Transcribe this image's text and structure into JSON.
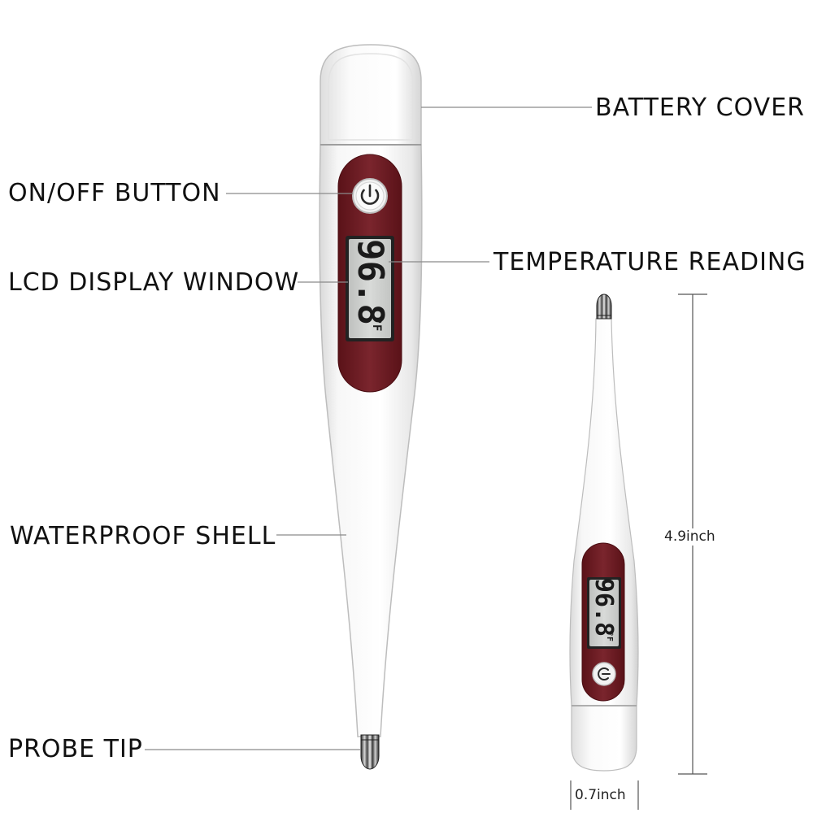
{
  "callouts": {
    "battery_cover": "BATTERY COVER",
    "on_off_button": "ON/OFF BUTTON",
    "temperature_reading": "TEMPERATURE READING",
    "lcd_display_window": "LCD DISPLAY WINDOW",
    "waterproof_shell": "WATERPROOF SHELL",
    "probe_tip": "PROBE TIP"
  },
  "display": {
    "reading": "96.8",
    "unit": "°F"
  },
  "dimensions": {
    "length": "4.9inch",
    "width": "0.7inch"
  },
  "colors": {
    "background": "#ffffff",
    "body": "#f4f4f4",
    "face_panel": "#6e1f26",
    "lcd": "#cfd1cf",
    "leader_line": "#8a8a8a"
  },
  "icons": {
    "power": "power-icon",
    "probe": "metal-probe-tip"
  }
}
